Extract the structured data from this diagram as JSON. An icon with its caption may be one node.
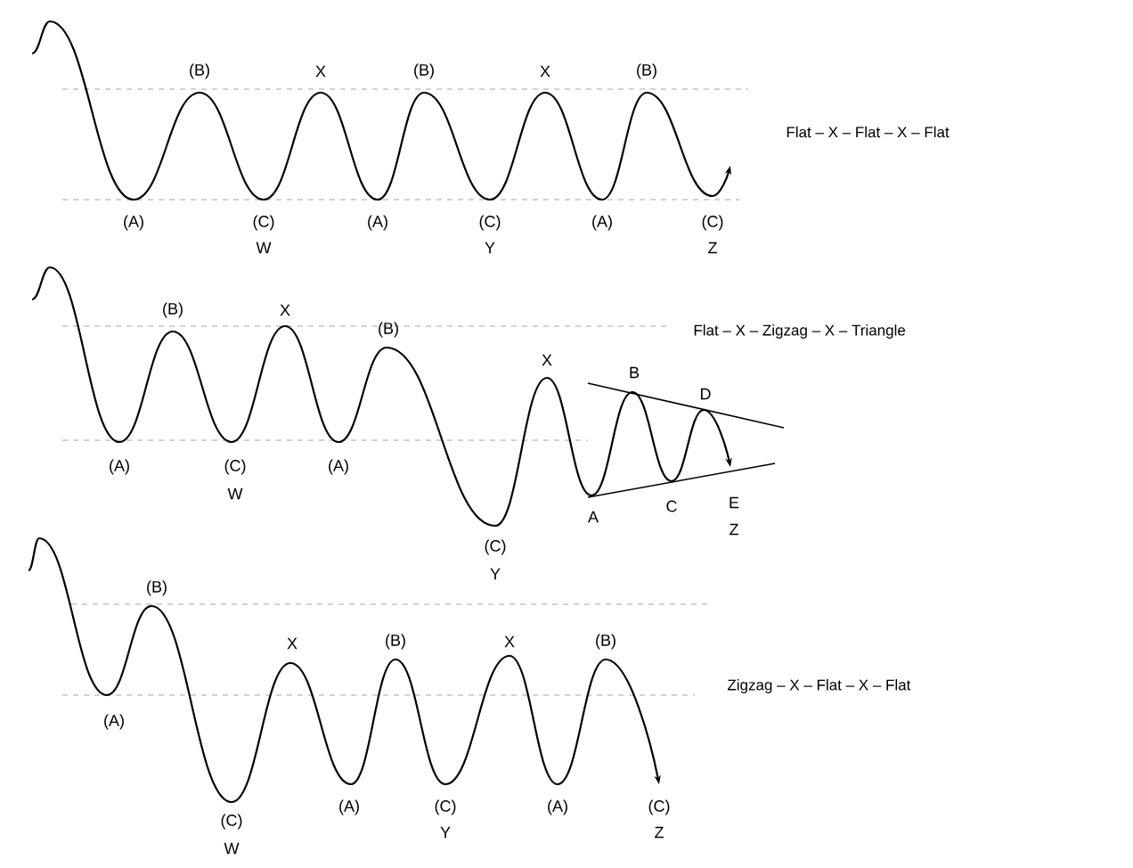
{
  "diagram": {
    "labels": [
      "(B)",
      "X",
      "(B)",
      "X",
      "(B)",
      "(A)",
      "(C)",
      "W",
      "(A)",
      "(C)",
      "Y",
      "(A)",
      "(C)",
      "Z",
      "Flat – X – Flat – X – Flat",
      "(B)",
      "X",
      "(B)",
      "Flat – X – Zigzag – X – Triangle",
      "X",
      "B",
      "D",
      "(A)",
      "(C)",
      "W",
      "(A)",
      "A",
      "C",
      "E",
      "Z",
      "(C)",
      "Y",
      "(B)",
      "X",
      "(B)",
      "X",
      "(B)",
      "Zigzag – X – Flat – X – Flat",
      "(A)",
      "(C)",
      "W",
      "(A)",
      "(C)",
      "Y",
      "(A)",
      "(C)",
      "Z"
    ]
  }
}
